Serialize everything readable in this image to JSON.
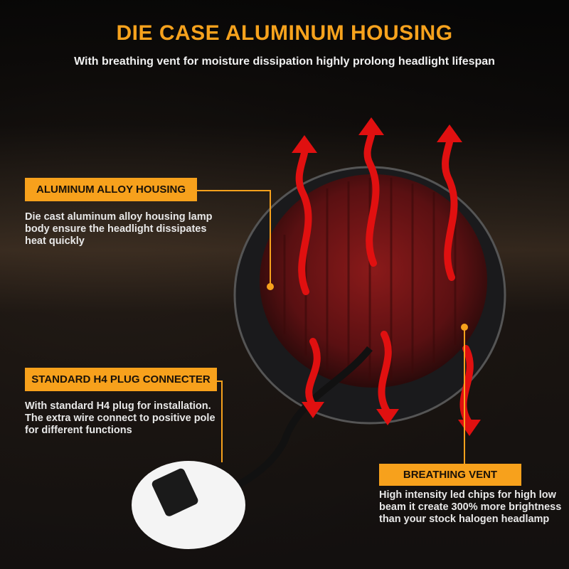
{
  "header": {
    "title": "DIE CASE ALUMINUM HOUSING",
    "subtitle": "With breathing vent for moisture dissipation highly prolong headlight lifespan"
  },
  "callouts": [
    {
      "label": "ALUMINUM ALLOY HOUSING",
      "lines": [
        "Die cast aluminum alloy housing lamp",
        "body ensure the headlight dissipates",
        "heat quickly"
      ]
    },
    {
      "label": "STANDARD H4 PLUG CONNECTER",
      "lines": [
        "With standard H4 plug for installation.",
        "The extra wire connect to positive pole",
        "for different functions"
      ]
    },
    {
      "label": "BREATHING VENT",
      "lines": [
        "High intensity led chips for high low",
        "beam it create 300% more brightness",
        "than your stock halogen headlamp"
      ]
    }
  ],
  "colors": {
    "accent": "#f7a11c",
    "heat": "#e01010"
  }
}
